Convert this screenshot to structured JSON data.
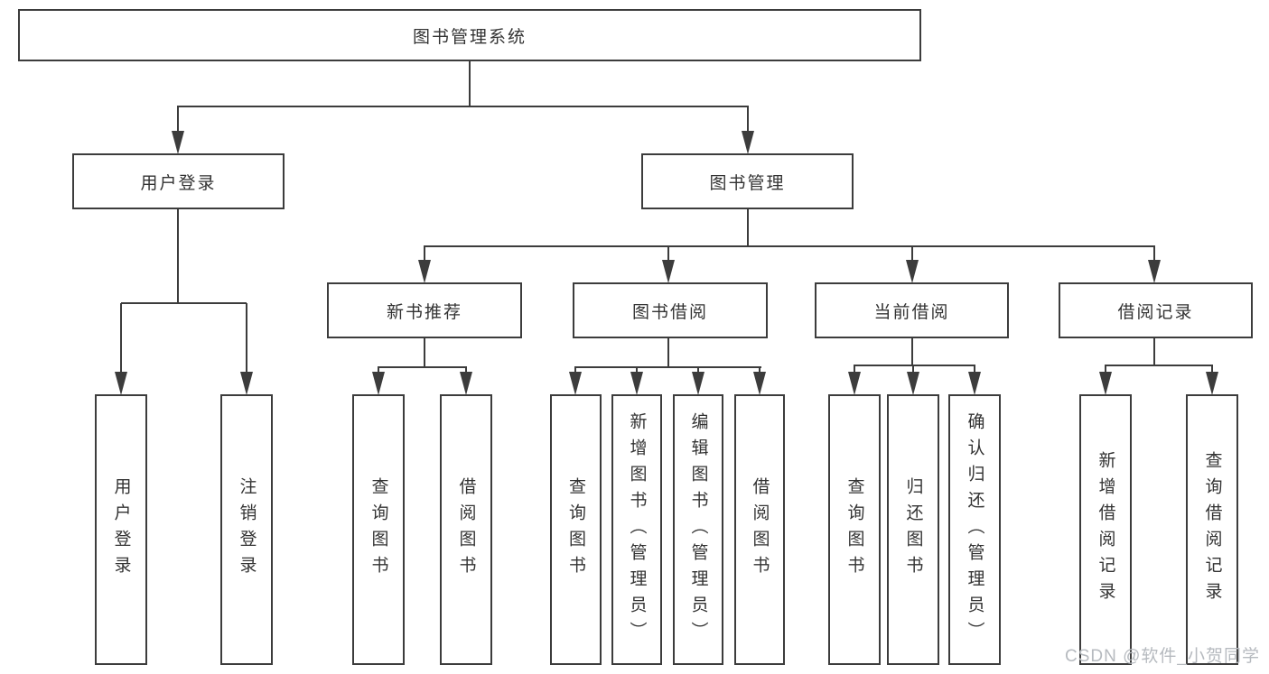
{
  "nodes": {
    "root": "图书管理系统",
    "user_login": "用户登录",
    "book_mgmt": "图书管理",
    "new_book_rec": "新书推荐",
    "book_borrow": "图书借阅",
    "current_borrow": "当前借阅",
    "borrow_record": "借阅记录",
    "ul_user_login": "用户登录",
    "ul_logout": "注销登录",
    "nb_query_book": "查询图书",
    "nb_borrow_book": "借阅图书",
    "bb_query_book": "查询图书",
    "bb_add_book": "新增图书（管理员）",
    "bb_edit_book": "编辑图书（管理员）",
    "bb_borrow_book": "借阅图书",
    "cb_query_book": "查询图书",
    "cb_return_book": "归还图书",
    "cb_confirm_return": "确认归还（管理员）",
    "br_add_record": "新增借阅记录",
    "br_query_record": "查询借阅记录"
  },
  "watermark": "CSDN @软件_小贺同学",
  "colors": {
    "line": "#3c3c3c",
    "text": "#333333",
    "watermark": "#b6babf",
    "background": "#ffffff"
  }
}
